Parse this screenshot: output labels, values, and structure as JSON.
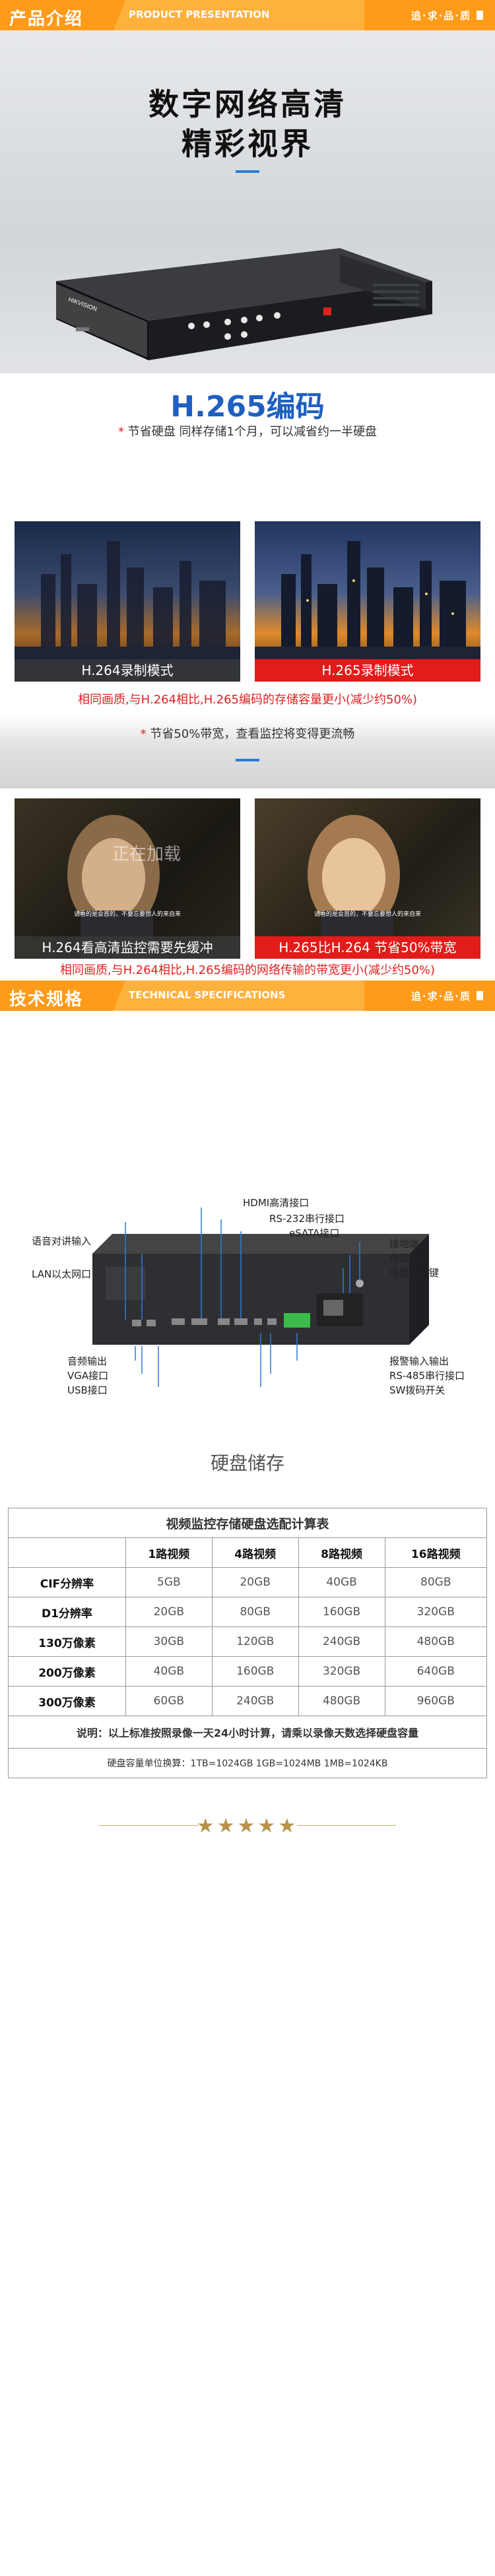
{
  "section1": {
    "title": "产品介绍",
    "en": "PRODUCT PRESENTATION",
    "tag": "追·求·品·质"
  },
  "hero": {
    "line1": "数字网络高清",
    "line2": "精彩视界",
    "brand": "HIKVISION"
  },
  "h265": {
    "title": "H.265编码",
    "point1": "节省硬盘  同样存储1个月，可以减省约一半硬盘",
    "left_caption": "H.264录制模式",
    "right_caption": "H.265录制模式",
    "note1": "相同画质,与H.264相比,H.265编码的存储容量更小(减少约50%)",
    "point2": "节省50%带宽，查看监控将变得更流畅",
    "left_caption2": "H.264看高清监控需要先缓冲",
    "right_caption2": "H.265比H.264 节省50%带宽",
    "note2": "相同画质,与H.264相比,H.265编码的网络传输的带宽更小(减少约50%)",
    "subtitle_text": "请看的是会首的，不要忘要想人的来自来",
    "watermark": "正在加载"
  },
  "section2": {
    "title": "技术规格",
    "en": "TECHNICAL SPECIFICATIONS",
    "tag": "追·求·品·质"
  },
  "ports": {
    "hdmi": "HDMI高清接口",
    "rs232": "RS-232串行接口",
    "esata": "eSATA接口",
    "ground": "接地端",
    "power_in": "电源输入",
    "power_switch": "电源开关键",
    "audio_talk": "语音对讲输入",
    "lan": "LAN以太网口",
    "audio_out": "音频输出",
    "vga": "VGA接口",
    "usb": "USB接口",
    "alarm": "报警输入输出",
    "rs485": "RS-485串行接口",
    "sw": "SW拨码开关"
  },
  "storage": {
    "heading": "硬盘储存",
    "table_title": "视频监控存储硬盘选配计算表",
    "columns": [
      "",
      "1路视频",
      "4路视频",
      "8路视频",
      "16路视频"
    ],
    "rows": [
      [
        "CIF分辨率",
        "5GB",
        "20GB",
        "40GB",
        "80GB"
      ],
      [
        "D1分辨率",
        "20GB",
        "80GB",
        "160GB",
        "320GB"
      ],
      [
        "130万像素",
        "30GB",
        "120GB",
        "240GB",
        "480GB"
      ],
      [
        "200万像素",
        "40GB",
        "160GB",
        "320GB",
        "640GB"
      ],
      [
        "300万像素",
        "60GB",
        "240GB",
        "480GB",
        "960GB"
      ]
    ],
    "explain": "说明：以上标准按照录像一天24小时计算，请乘以录像天数选择硬盘容量",
    "unit": "硬盘容量单位换算：1TB=1024GB  1GB=1024MB  1MB=1024KB"
  },
  "footer": {
    "stars": "★★★★★"
  }
}
